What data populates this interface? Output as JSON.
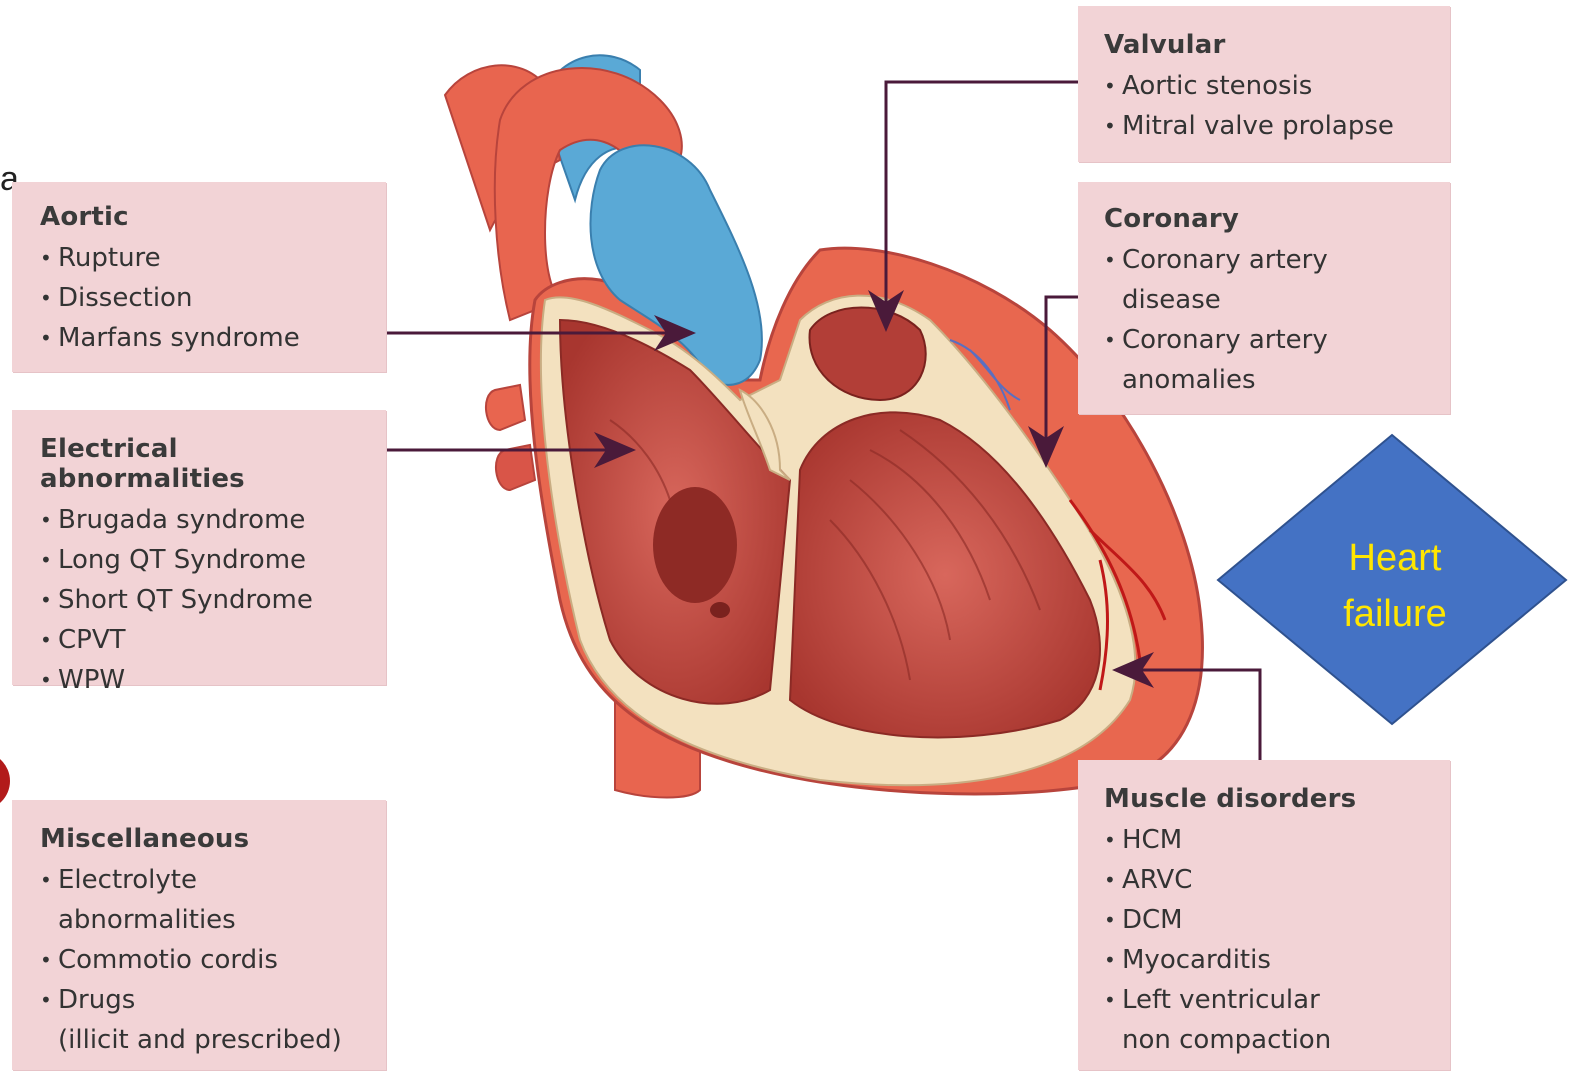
{
  "stray_text": "a",
  "boxes": {
    "aortic": {
      "title": "Aortic",
      "items": [
        "Rupture",
        "Dissection",
        "Marfans syndrome"
      ]
    },
    "electrical": {
      "title": "Electrical abnormalities",
      "items": [
        "Brugada syndrome",
        "Long QT Syndrome",
        "Short QT Syndrome",
        "CPVT",
        "WPW"
      ]
    },
    "miscellaneous": {
      "title": "Miscellaneous",
      "items": [
        {
          "line1": "Electrolyte",
          "line2": "abnormalities"
        },
        {
          "line1": "Commotio cordis",
          "line2": ""
        },
        {
          "line1": "Drugs",
          "line2": "(illicit and prescribed)"
        }
      ]
    },
    "valvular": {
      "title": "Valvular",
      "items": [
        "Aortic stenosis",
        "Mitral valve prolapse"
      ]
    },
    "coronary": {
      "title": "Coronary",
      "items": [
        {
          "line1": "Coronary artery",
          "line2": "disease"
        },
        {
          "line1": "Coronary artery",
          "line2": "anomalies"
        }
      ]
    },
    "muscle": {
      "title": "Muscle disorders",
      "items": [
        {
          "line1": "HCM",
          "line2": ""
        },
        {
          "line1": "ARVC",
          "line2": ""
        },
        {
          "line1": "DCM",
          "line2": ""
        },
        {
          "line1": "Myocarditis",
          "line2": ""
        },
        {
          "line1": "Left ventricular",
          "line2": "non compaction"
        }
      ]
    }
  },
  "heart_failure": {
    "line1": "Heart",
    "line2": "failure",
    "fill_color": "#4472c4",
    "text_color": "#ffe600"
  },
  "colors": {
    "box_fill": "#f2d3d6",
    "arrow": "#4a1a3a",
    "heart_outer": "#e8654f",
    "myocardium": "#b8443c",
    "aorta_blue": "#5aa9d6"
  }
}
